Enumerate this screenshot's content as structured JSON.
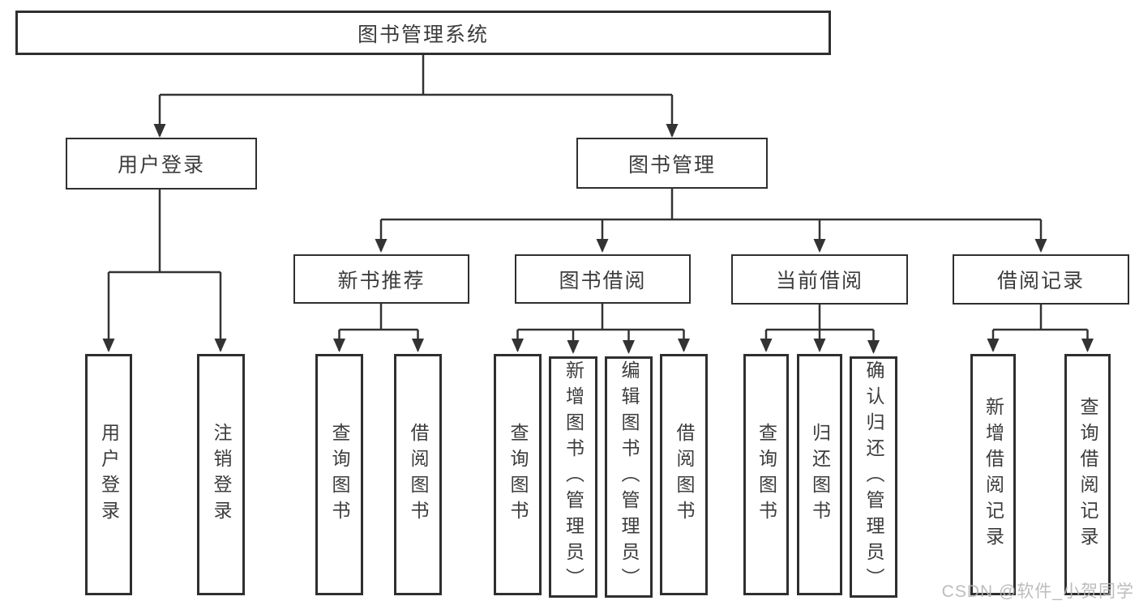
{
  "colors": {
    "line": "#333333",
    "border": "#2f2f2f",
    "text": "#3c3c3c",
    "watermark": "#b5b5b5",
    "background": "#ffffff"
  },
  "watermark": {
    "text": "CSDN @软件_小贺同学"
  },
  "nodes": {
    "root": {
      "label": "图书管理系统"
    },
    "user_login": {
      "label": "用户登录"
    },
    "book_management": {
      "label": "图书管理"
    },
    "new_book_recommend": {
      "label": "新书推荐"
    },
    "book_borrowing": {
      "label": "图书借阅"
    },
    "current_borrowing": {
      "label": "当前借阅"
    },
    "borrowing_records": {
      "label": "借阅记录"
    },
    "user_login_leaf": {
      "label": "用户登录"
    },
    "logout_leaf": {
      "label": "注销登录"
    },
    "nb_query_books": {
      "label": "查询图书"
    },
    "nb_borrow_books": {
      "label": "借阅图书"
    },
    "bb_query_books": {
      "label": "查询图书"
    },
    "bb_add_books": {
      "label": "新增图书（管理员）"
    },
    "bb_edit_books": {
      "label": "编辑图书（管理员）"
    },
    "bb_borrow_books": {
      "label": "借阅图书"
    },
    "cb_query_books": {
      "label": "查询图书"
    },
    "cb_return_books": {
      "label": "归还图书"
    },
    "cb_confirm_return": {
      "label": "确认归还（管理员）"
    },
    "br_add_record": {
      "label": "新增借阅记录"
    },
    "br_query_record": {
      "label": "查询借阅记录"
    }
  },
  "structure": [
    {
      "parent": "root",
      "children": [
        "user_login",
        "book_management"
      ]
    },
    {
      "parent": "user_login",
      "children": [
        "user_login_leaf",
        "logout_leaf"
      ]
    },
    {
      "parent": "book_management",
      "children": [
        "new_book_recommend",
        "book_borrowing",
        "current_borrowing",
        "borrowing_records"
      ]
    },
    {
      "parent": "new_book_recommend",
      "children": [
        "nb_query_books",
        "nb_borrow_books"
      ]
    },
    {
      "parent": "book_borrowing",
      "children": [
        "bb_query_books",
        "bb_add_books",
        "bb_edit_books",
        "bb_borrow_books"
      ]
    },
    {
      "parent": "current_borrowing",
      "children": [
        "cb_query_books",
        "cb_return_books",
        "cb_confirm_return"
      ]
    },
    {
      "parent": "borrowing_records",
      "children": [
        "br_add_record",
        "br_query_record"
      ]
    }
  ]
}
